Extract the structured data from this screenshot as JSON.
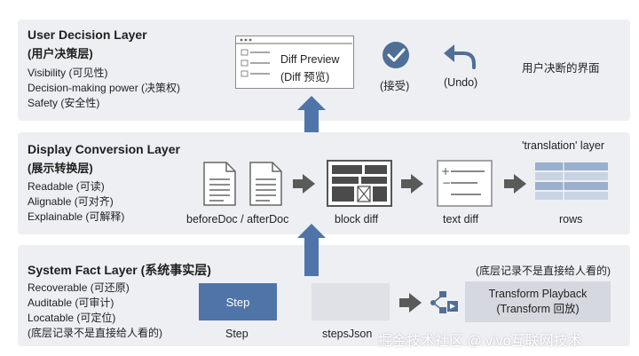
{
  "layers": {
    "user": {
      "title": "User Decision Layer",
      "subtitle": "(用户决策层)",
      "bullets": [
        "Visibility (可见性)",
        "Decision-making power (决策权)",
        "Safety (安全性)"
      ],
      "diff_preview": [
        "Diff Preview",
        "(Diff 预览)"
      ],
      "accept_label": "(接受)",
      "undo_label": "(Undo)",
      "right_label": "用户决断的界面"
    },
    "display": {
      "title": "Display Conversion Layer",
      "subtitle": "(展示转换层)",
      "bullets": [
        "Readable (可读)",
        "Alignable (可对齐)",
        "Explainable (可解释)"
      ],
      "translation_label": "'translation' layer",
      "docs_label": "beforeDoc / afterDoc",
      "block_diff_label": "block diff",
      "text_diff_label": "text diff",
      "rows_label": "rows"
    },
    "system": {
      "title": "System Fact Layer (系统事实层)",
      "bullets": [
        "Recoverable (可还原)",
        "Auditable (可审计)",
        "Locatable (可定位)",
        "(底层记录不是直接给人看的)"
      ],
      "note_right": "(底层记录不是直接给人看的)",
      "step_box": "Step",
      "step_label": "Step",
      "steps_json_label": "stepsJson",
      "transform_playback": [
        "Transform Playback",
        "(Transform 回放)"
      ]
    }
  },
  "watermark": "掘金技术社区 @ vivo互联网技术",
  "colors": {
    "panel": "#eeeff3",
    "arrow_blue": "#4f74a8",
    "arrow_gray": "#5a5a5a",
    "step_fill": "#4f74a8"
  }
}
